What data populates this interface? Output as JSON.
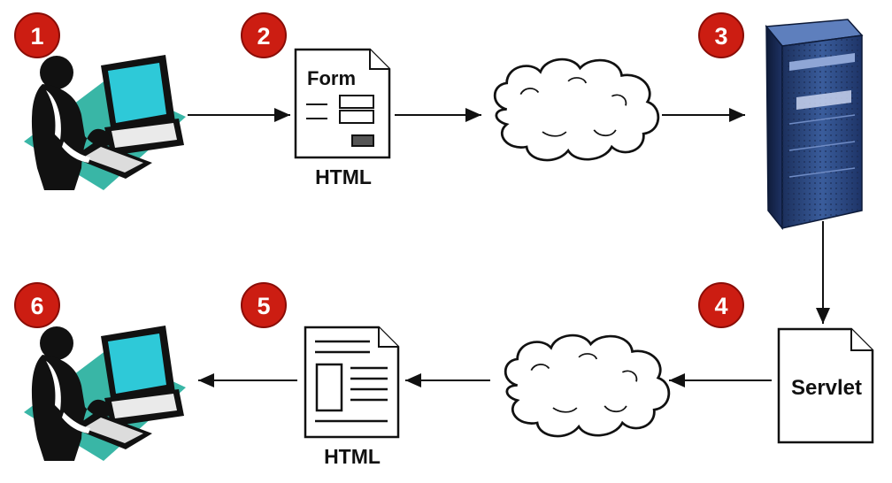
{
  "steps": [
    "1",
    "2",
    "3",
    "4",
    "5",
    "6"
  ],
  "form_doc": {
    "title": "Form",
    "caption": "HTML"
  },
  "servlet_doc": {
    "label": "Servlet"
  },
  "response_doc": {
    "caption": "HTML"
  },
  "icons": {
    "user": "user-at-computer-icon",
    "form": "html-form-document-icon",
    "network": "cloud-icon",
    "server": "server-tower-icon",
    "servlet": "servlet-document-icon",
    "page": "html-page-document-icon"
  },
  "colors": {
    "badge": "#cc1d12",
    "teal": "#39b6a6",
    "screen": "#2ec9d8",
    "server_blue": "#27467e"
  }
}
